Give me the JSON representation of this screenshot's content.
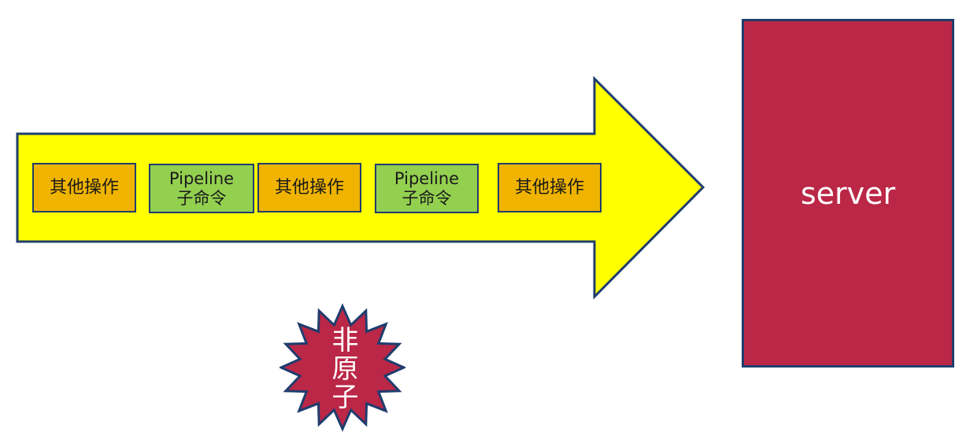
{
  "operations": [
    {
      "type": "other",
      "lines": [
        "其他操作"
      ]
    },
    {
      "type": "pipeline",
      "lines": [
        "Pipeline",
        "子命令"
      ]
    },
    {
      "type": "other",
      "lines": [
        "其他操作"
      ]
    },
    {
      "type": "pipeline",
      "lines": [
        "Pipeline",
        "子命令"
      ]
    },
    {
      "type": "other",
      "lines": [
        "其他操作"
      ]
    }
  ],
  "server": {
    "label": "server"
  },
  "starburst": {
    "label": "非原子"
  },
  "colors": {
    "arrow_fill": "#ffff00",
    "outline": "#1f3d6e",
    "other_fill": "#f0b400",
    "pipeline_fill": "#93d050",
    "server_fill": "#bb2746",
    "star_fill": "#bb2746",
    "light_text": "#ffffff"
  }
}
